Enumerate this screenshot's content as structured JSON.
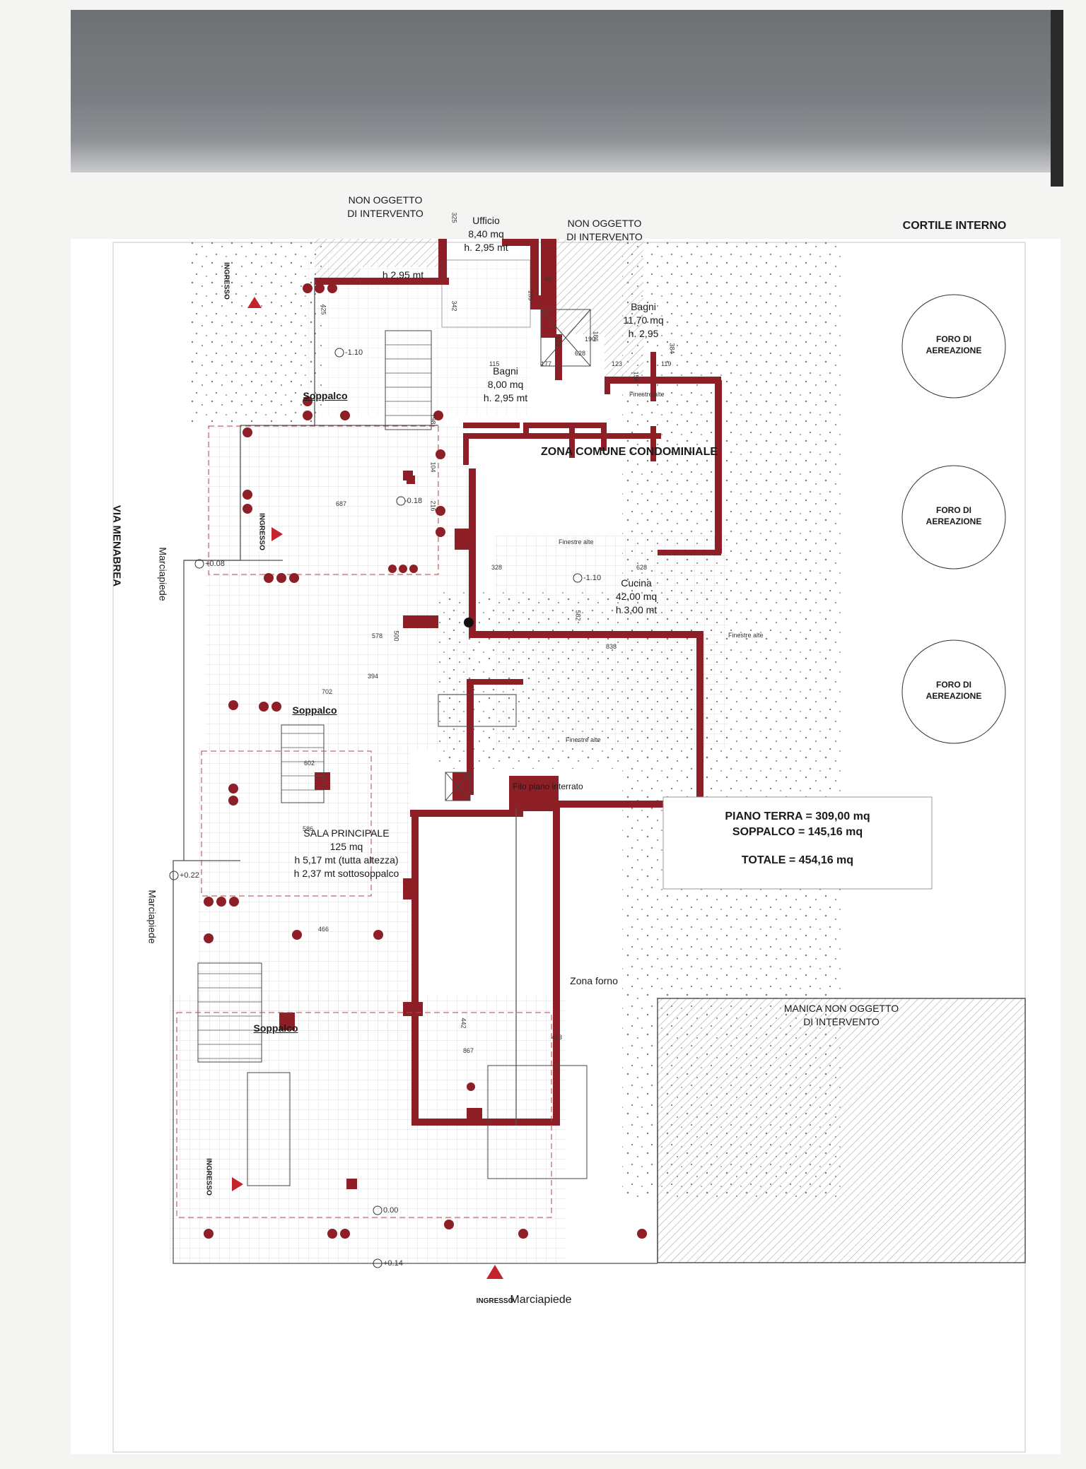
{
  "labels": {
    "non_oggetto_top_left": "NON OGGETTO\nDI INTERVENTO",
    "ufficio": "Ufficio\n8,40 mq\nh. 2,95 mt",
    "non_oggetto_top_right": "NON OGGETTO\nDI INTERVENTO",
    "cortile_interno": "CORTILE INTERNO",
    "foro_1": "FORO DI\nAEREAZIONE",
    "foro_2": "FORO DI\nAEREAZIONE",
    "foro_3": "FORO DI\nAEREAZIONE",
    "h_295": "h 2,95 mt",
    "bagni_1": "Bagni\n11,70 mq\nh. 2,95",
    "bagni_2": "Bagni\n8,00 mq\nh. 2,95 mt",
    "soppalco_1": "Soppalco",
    "soppalco_2": "Soppalco",
    "soppalco_3": "Soppalco",
    "zona_comune": "ZONA COMUNE CONDOMINIALE",
    "cucina": "Cucina\n42,00 mq\nh 3,00 mt",
    "filo_piano": "Filo piano interrato",
    "sala_principale": "SALA PRINCIPALE\n125 mq\nh 5,17 mt (tutta altezza)\nh 2,37 mt sottosoppalco",
    "zona_forno": "Zona forno",
    "manica": "MANICA NON OGGETTO\nDI INTERVENTO",
    "via_menabrea": "VIA MENABREA",
    "marciapiede_1": "Marciapiede",
    "marciapiede_2": "Marciapiede",
    "marciapiede_3": "Marciapiede",
    "ingresso_1": "INGRESSO",
    "ingresso_2": "INGRESSO",
    "ingresso_3": "INGRESSO",
    "ingresso_4": "INGRESSO",
    "finestre_1": "Finestre alte",
    "finestre_2": "Finestre alte",
    "finestre_3": "Finestre alte",
    "finestre_4": "Finestre alte"
  },
  "summary": {
    "piano_terra": "PIANO TERRA = 309,00 mq",
    "soppalco": "SOPPALCO = 145,16 mq",
    "totale": "TOTALE = 454,16 mq"
  },
  "levels": {
    "l1": "-1.10",
    "l2": "-0.18",
    "l3": "+0.08",
    "l4": "-1.10",
    "l5": "+0.22",
    "l6": "0.00",
    "l7": "+0.14"
  },
  "dimensions": {
    "d325": "325",
    "d342": "342",
    "d425": "425",
    "d65": "65",
    "d159": "159",
    "d190": "190",
    "d122": "122",
    "d186": "186",
    "d628a": "628",
    "d384": "384",
    "d115": "115",
    "d177": "177",
    "d123": "123",
    "d119": "119",
    "d156": "156",
    "d198": "198",
    "d104": "104",
    "d687": "687",
    "d216": "216",
    "d328": "328",
    "d628b": "628",
    "d582": "582",
    "d578": "578",
    "d500": "500",
    "d838": "838",
    "d394": "394",
    "d702": "702",
    "d602": "602",
    "d586": "586",
    "d466": "466",
    "d442": "442",
    "d463": "463",
    "d867": "867"
  },
  "colors": {
    "wall": "#8f1f27",
    "hatch": "#999999",
    "ink": "#1a1a1a"
  }
}
